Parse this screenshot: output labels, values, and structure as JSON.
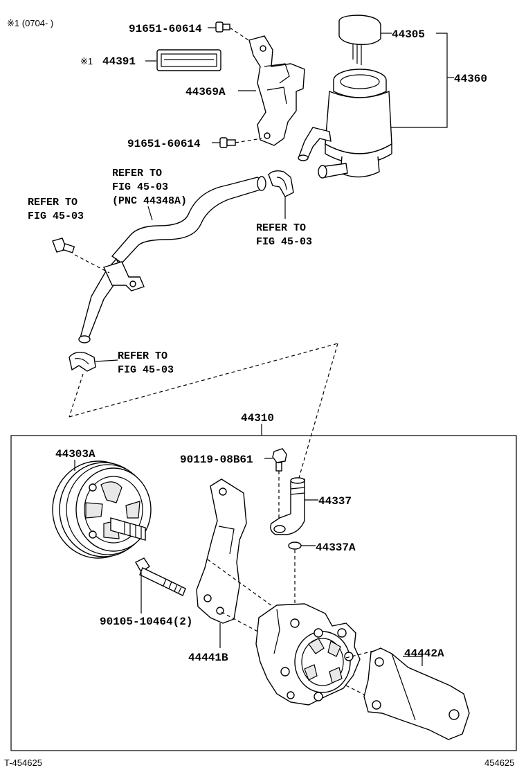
{
  "note_top": "※1 (0704-      )",
  "labels": {
    "bolt_upper": "91651-60614",
    "bolt_lower": "91651-60614",
    "cap": "44305",
    "reservoir": "44360",
    "label_plate_mark": "※1",
    "label_plate": "44391",
    "bracket_res": "44369A",
    "assembly": "44310",
    "pulley": "44303A",
    "union_bolt": "90119-08B61",
    "union": "44337",
    "oring": "44337A",
    "bolt_pump": "90105-10464(2)",
    "bracket_left": "44441B",
    "bracket_right": "44442A"
  },
  "refs": {
    "hose_line1": "REFER TO",
    "hose_line2": "FIG 45-03",
    "hose_line3": "(PNC 44348A)",
    "left_line1": "REFER TO",
    "left_line2": "FIG 45-03",
    "clamp_line1": "REFER TO",
    "clamp_line2": "FIG 45-03",
    "bottom_line1": "REFER TO",
    "bottom_line2": "FIG 45-03"
  },
  "footer": {
    "left": "T-454625",
    "right": "454625"
  }
}
